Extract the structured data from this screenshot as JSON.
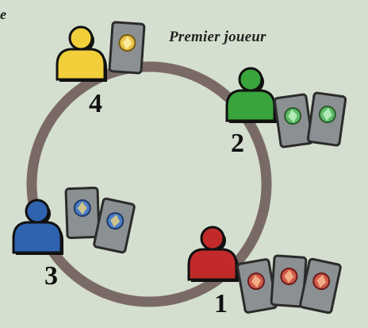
{
  "partial_label": "e",
  "first_player_label": "Premier joueur",
  "colors": {
    "background": "#d5dfcf",
    "ring": "#7a6a66",
    "card_face": "#8b9093",
    "card_border": "#3a3a3a",
    "yellow": "#f1cf3b",
    "green": "#39a33c",
    "blue": "#2f63b0",
    "red": "#c22a2a"
  },
  "players": [
    {
      "number": "1",
      "color": "red",
      "cards": 3,
      "emblem": "red"
    },
    {
      "number": "2",
      "color": "green",
      "cards": 2,
      "emblem": "green"
    },
    {
      "number": "3",
      "color": "blue",
      "cards": 2,
      "emblem": "blue"
    },
    {
      "number": "4",
      "color": "yellow",
      "cards": 1,
      "emblem": "gold",
      "first_player": true
    }
  ]
}
